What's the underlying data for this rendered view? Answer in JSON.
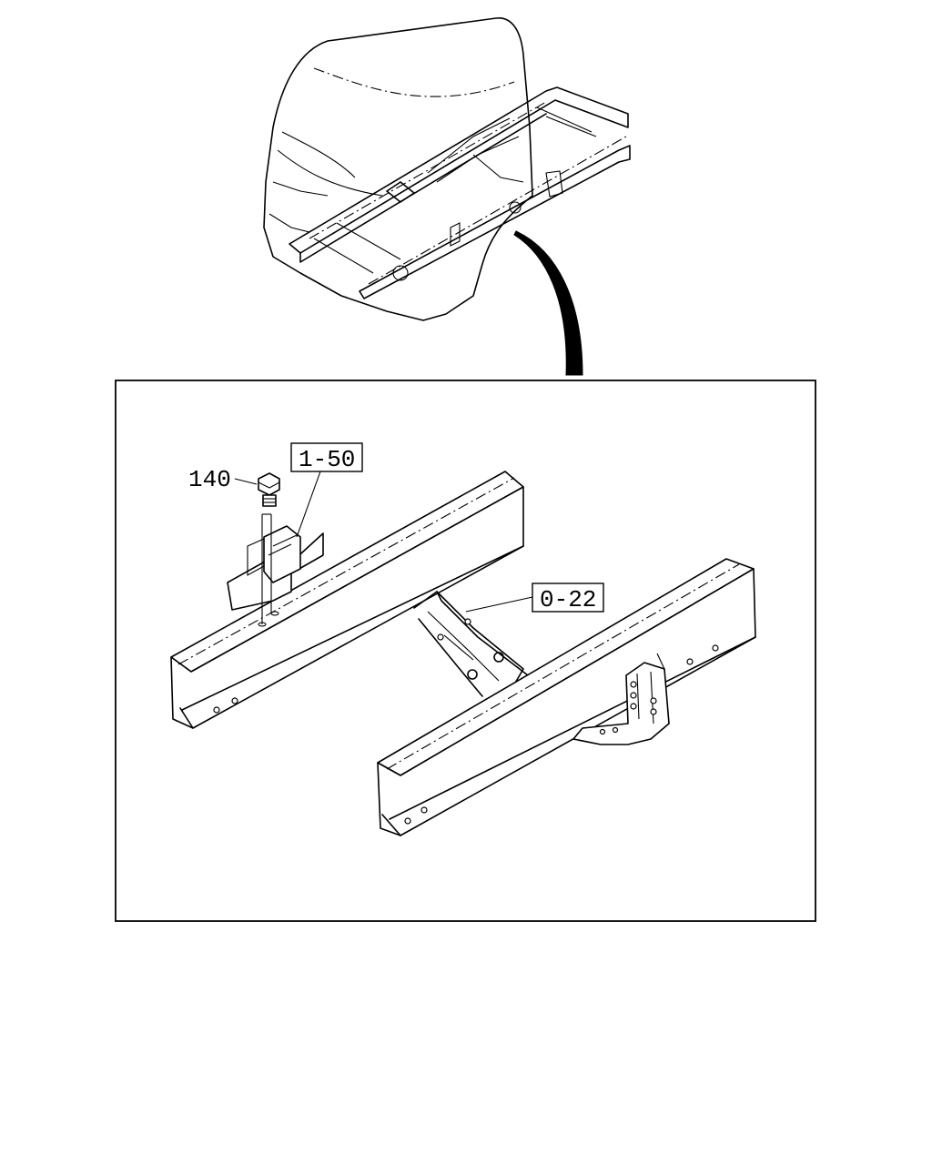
{
  "callouts": {
    "part_140": "140",
    "ref_1_50": "1-50",
    "ref_0_22": "0-22"
  }
}
